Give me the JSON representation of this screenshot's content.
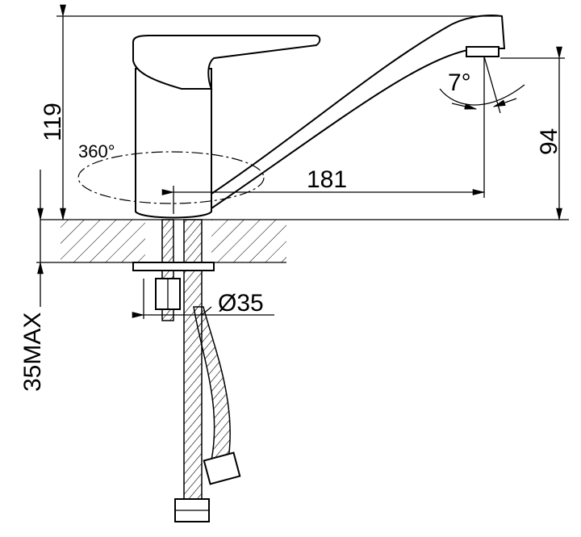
{
  "drawing": {
    "dimensions": {
      "height_total": "119",
      "rotation": "360°",
      "spout_reach": "181",
      "spout_angle": "7°",
      "spout_height": "94",
      "hole_diameter": "Ø35",
      "counter_thickness": "35MAX"
    }
  }
}
